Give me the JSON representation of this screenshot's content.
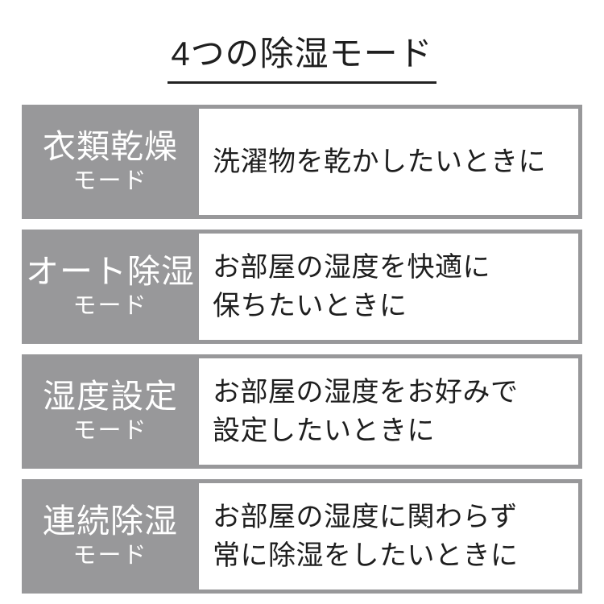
{
  "title": "4つの除湿モード",
  "colors": {
    "cell_gray": "#98989a",
    "text_dark": "#1e1e1e",
    "label_text": "#ffffff",
    "underline": "#222222"
  },
  "rows": [
    {
      "mode_name": "衣類乾燥",
      "mode_suffix": "モード",
      "description": "洗濯物を乾かしたいときに"
    },
    {
      "mode_name": "オート除湿",
      "mode_suffix": "モード",
      "description": "お部屋の湿度を快適に\n保ちたいときに"
    },
    {
      "mode_name": "湿度設定",
      "mode_suffix": "モード",
      "description": "お部屋の湿度をお好みで\n設定したいときに"
    },
    {
      "mode_name": "連続除湿",
      "mode_suffix": "モード",
      "description": "お部屋の湿度に関わらず\n常に除湿をしたいときに"
    }
  ]
}
